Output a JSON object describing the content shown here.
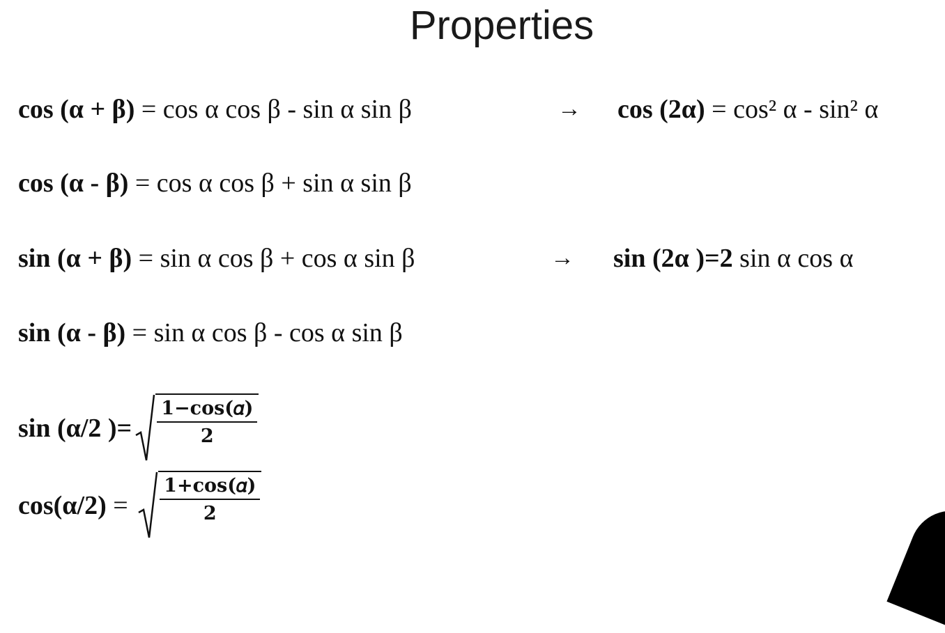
{
  "title": "Properties",
  "rows": [
    {
      "lhs": "cos (α + β)",
      "rhs": " = cos α cos β - sin α sin β"
    },
    {
      "lhs": "cos (α - β)",
      "rhs": " = cos α cos β + sin α sin β"
    },
    {
      "lhs": "sin (α + β)",
      "rhs": " = sin α cos β + cos α sin β"
    },
    {
      "lhs": "sin (α - β)",
      "rhs": " = sin α cos β - cos α sin β"
    }
  ],
  "arrow": "→",
  "double": {
    "cos": {
      "lhs": "cos (2α)",
      "rhs": " = cos² α - sin² α"
    },
    "sin": {
      "lhs": "sin (2α )=2",
      "rhs": " sin α cos α"
    }
  },
  "half_angle": {
    "sin": {
      "lhs": "sin (α/2 )=",
      "num": "1−cos(𝛼)",
      "den": "2"
    },
    "cos": {
      "lhs": "cos(α/2)",
      "eq": " = ",
      "num": "1+cos(𝛼)",
      "den": "2"
    }
  }
}
